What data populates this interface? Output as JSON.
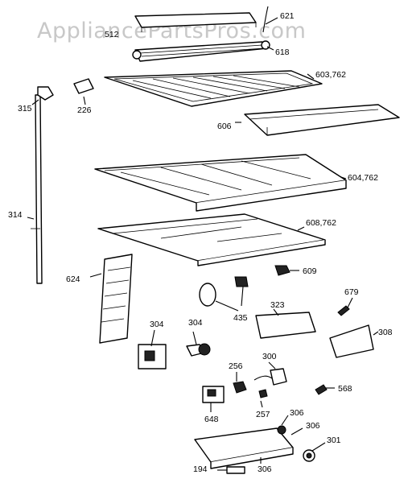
{
  "watermark": "AppliancePartsPros.com",
  "labels": {
    "p621": "621",
    "p512": "512",
    "p618": "618",
    "p603": "603,762",
    "p315": "315",
    "p226": "226",
    "p606": "606",
    "p604": "604,762",
    "p314": "314",
    "p608": "608,762",
    "p609": "609",
    "p624": "624",
    "p679": "679",
    "p323": "323",
    "p435": "435",
    "p304a": "304",
    "p304b": "304",
    "p308": "308",
    "p256": "256",
    "p300": "300",
    "p568": "568",
    "p257": "257",
    "p648": "648",
    "p306a": "306",
    "p306b": "306",
    "p301": "301",
    "p306c": "306",
    "p194": "194"
  }
}
